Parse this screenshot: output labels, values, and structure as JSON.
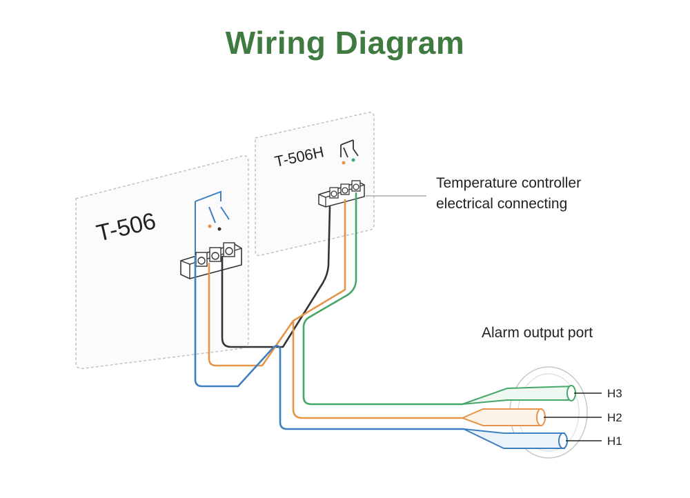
{
  "title": "Wiring Diagram",
  "panels": {
    "left_model": "T-506",
    "right_model": "T-506H"
  },
  "callouts": {
    "controller_line1": "Temperature controller",
    "controller_line2": "electrical connecting",
    "alarm_port": "Alarm output port"
  },
  "ports": {
    "h1": "H1",
    "h2": "H2",
    "h3": "H3"
  },
  "colors": {
    "title": "#3f7a40",
    "wire_blue": "#3d7fc1",
    "wire_orange": "#e69447",
    "wire_green": "#45a669",
    "wire_black": "#333333"
  }
}
